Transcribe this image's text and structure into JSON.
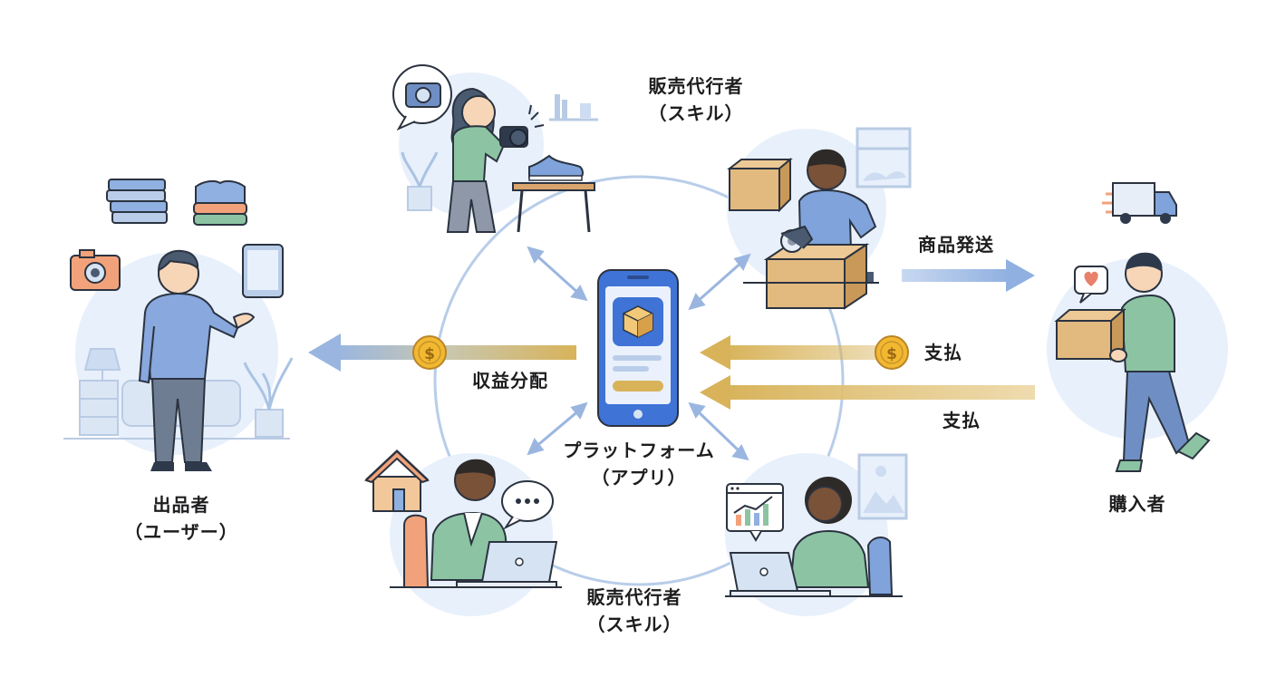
{
  "labels": {
    "seller": {
      "line1": "出品者",
      "line2": "（ユーザー）"
    },
    "buyer": "購入者",
    "platform": {
      "line1": "プラットフォーム",
      "line2": "（アプリ）"
    },
    "agent_top": {
      "line1": "販売代行者",
      "line2": "（スキル）"
    },
    "agent_bottom": {
      "line1": "販売代行者",
      "line2": "（スキル）"
    },
    "shipping": "商品発送",
    "payment_upper": "支払",
    "payment_lower": "支払",
    "revenue_share": "収益分配",
    "currency_symbol": "$"
  },
  "colors": {
    "blue_arrow": "#9ab6e0",
    "gold_arrow": "#d8b35a",
    "phone_blue": "#3f73d6",
    "coin_gold": "#f2b830",
    "circle_bg": "#e8f0fb",
    "box_tan": "#e2b97f"
  }
}
